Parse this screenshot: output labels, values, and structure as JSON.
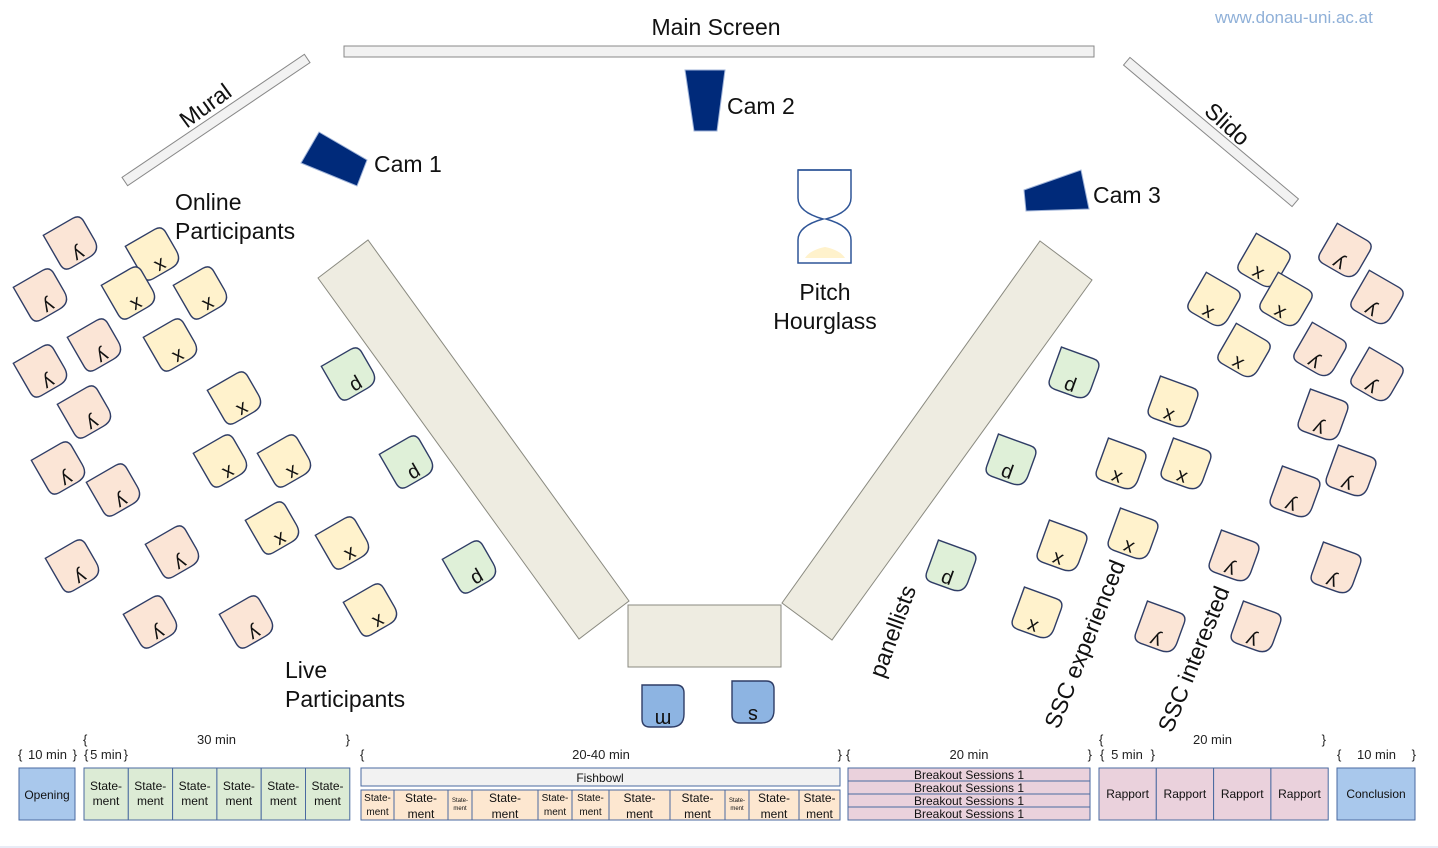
{
  "website": "www.donau-uni.ac.at",
  "labels": {
    "main_screen": "Main Screen",
    "mural": "Mural",
    "slido": "Slido",
    "cam1": "Cam 1",
    "cam2": "Cam 2",
    "cam3": "Cam 3",
    "online_1": "Online",
    "online_2": "Participants",
    "pitch_1": "Pitch",
    "pitch_2": "Hourglass",
    "live_1": "Live",
    "live_2": "Participants",
    "panellists": "panellists",
    "ssc_experienced": "SSC experienced",
    "ssc_interested": "SSC interested"
  },
  "seat_letters": {
    "x": "x",
    "y": "y",
    "p": "p",
    "m": "m",
    "s": "s"
  },
  "colors": {
    "seat_x": "#fff2cc",
    "seat_y": "#fbe5d6",
    "seat_p": "#dff0d8",
    "seat_m": "#8db4e2",
    "table": "#eeece1",
    "camera": "#002a7a",
    "screen": "#f2f2f2",
    "seat_border": "#2f3d66",
    "opening": "#a9c8ec",
    "statement_green": "#dcebd5",
    "statement_peach": "#fde7d0",
    "breakout": "#ead1dc",
    "rapport": "#ead1dc",
    "conclusion": "#a9c8ec"
  },
  "timeline": {
    "durations": {
      "opening": "10 min",
      "first_statement": "5 min",
      "statements": "30 min",
      "fishbowl": "20-40 min",
      "breakout": "20 min",
      "first_rapport": "5 min",
      "rapports": "20 min",
      "conclusion": "10 min"
    },
    "opening": "Opening",
    "statement_1": "State-",
    "statement_2": "ment",
    "fishbowl": "Fishbowl",
    "breakout_sessions": [
      "Breakout Sessions 1",
      "Breakout Sessions 1",
      "Breakout Sessions 1",
      "Breakout Sessions 1"
    ],
    "rapport": "Rapport",
    "conclusion": "Conclusion"
  }
}
